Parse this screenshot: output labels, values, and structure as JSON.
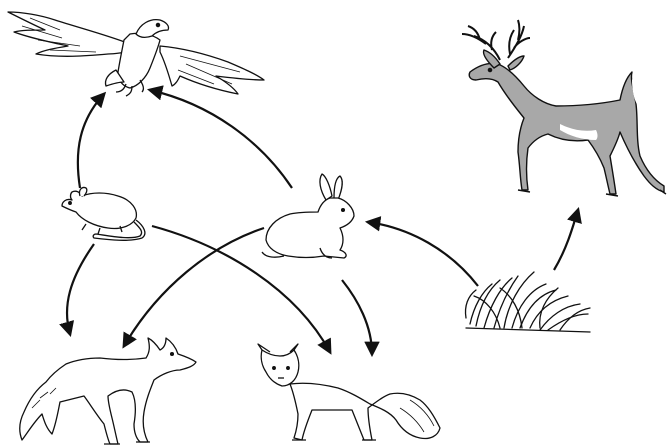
{
  "diagram": {
    "type": "food-web",
    "organisms": [
      {
        "id": "eagle",
        "icon": "eagle-icon"
      },
      {
        "id": "deer",
        "icon": "deer-icon"
      },
      {
        "id": "mouse",
        "icon": "mouse-icon"
      },
      {
        "id": "rabbit",
        "icon": "rabbit-icon"
      },
      {
        "id": "grass",
        "icon": "grass-icon"
      },
      {
        "id": "coyote",
        "icon": "coyote-icon"
      },
      {
        "id": "fox",
        "icon": "fox-icon"
      }
    ],
    "arrows": [
      {
        "from": "mouse",
        "to": "eagle"
      },
      {
        "from": "rabbit",
        "to": "eagle"
      },
      {
        "from": "grass",
        "to": "deer"
      },
      {
        "from": "grass",
        "to": "rabbit"
      },
      {
        "from": "mouse",
        "to": "coyote"
      },
      {
        "from": "rabbit",
        "to": "coyote"
      },
      {
        "from": "mouse",
        "to": "fox"
      },
      {
        "from": "rabbit",
        "to": "fox"
      }
    ],
    "colors": {
      "line": "#111111",
      "animal_fill": "#ffffff",
      "deer_fill": "#a8a8a8",
      "background": "#ffffff"
    }
  }
}
